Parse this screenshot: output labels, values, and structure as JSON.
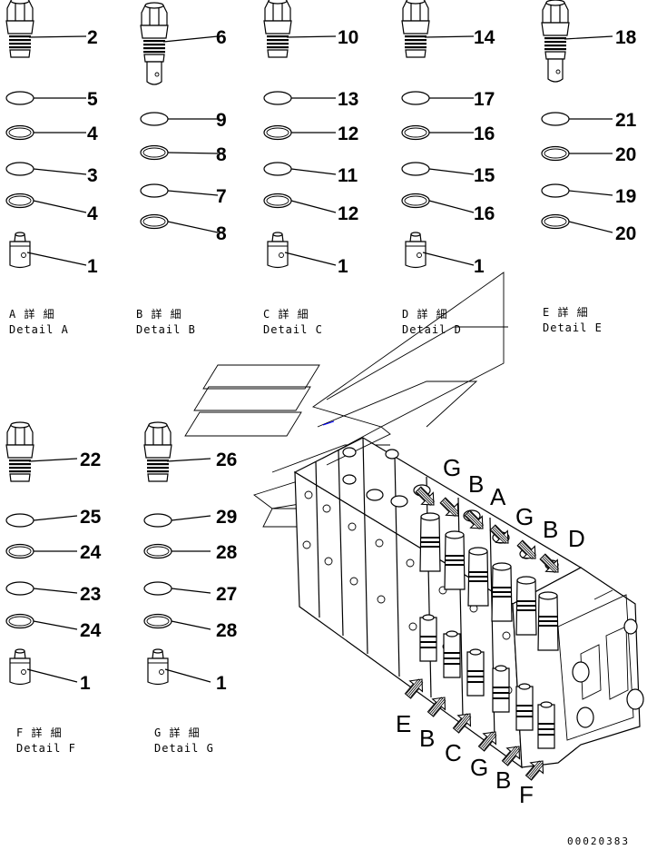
{
  "details": [
    {
      "col": 0,
      "caption_jp": "A 詳 細",
      "caption_en": "Detail A",
      "parts": [
        {
          "type": "cart",
          "num": "2"
        },
        {
          "type": "oring",
          "num": "5"
        },
        {
          "type": "backup",
          "num": "4"
        },
        {
          "type": "oring",
          "num": "3"
        },
        {
          "type": "backup",
          "num": "4"
        },
        {
          "type": "plug",
          "num": "1"
        }
      ]
    },
    {
      "col": 1,
      "caption_jp": "B 詳 細",
      "caption_en": "Detail B",
      "parts": [
        {
          "type": "cart_long",
          "num": "6"
        },
        {
          "type": "oring",
          "num": "9"
        },
        {
          "type": "backup",
          "num": "8"
        },
        {
          "type": "oring",
          "num": "7"
        },
        {
          "type": "backup",
          "num": "8"
        }
      ]
    },
    {
      "col": 2,
      "caption_jp": "C 詳 細",
      "caption_en": "Detail C",
      "parts": [
        {
          "type": "cart",
          "num": "10"
        },
        {
          "type": "oring",
          "num": "13"
        },
        {
          "type": "backup",
          "num": "12"
        },
        {
          "type": "oring",
          "num": "11"
        },
        {
          "type": "backup",
          "num": "12"
        },
        {
          "type": "plug",
          "num": "1"
        }
      ]
    },
    {
      "col": 3,
      "caption_jp": "D 詳 細",
      "caption_en": "Detail D",
      "parts": [
        {
          "type": "cart",
          "num": "14"
        },
        {
          "type": "oring",
          "num": "17"
        },
        {
          "type": "backup",
          "num": "16"
        },
        {
          "type": "oring",
          "num": "15"
        },
        {
          "type": "backup",
          "num": "16"
        },
        {
          "type": "plug",
          "num": "1"
        }
      ]
    },
    {
      "col": 4,
      "caption_jp": "E 詳 細",
      "caption_en": "Detail E",
      "parts": [
        {
          "type": "cart_long",
          "num": "18"
        },
        {
          "type": "oring",
          "num": "21"
        },
        {
          "type": "backup",
          "num": "20"
        },
        {
          "type": "oring",
          "num": "19"
        },
        {
          "type": "backup",
          "num": "20"
        }
      ]
    },
    {
      "col": 5,
      "caption_jp": "F 詳 細",
      "caption_en": "Detail F",
      "parts": [
        {
          "type": "cart",
          "num": "22"
        },
        {
          "type": "oring",
          "num": "25"
        },
        {
          "type": "backup",
          "num": "24"
        },
        {
          "type": "oring",
          "num": "23"
        },
        {
          "type": "backup",
          "num": "24"
        },
        {
          "type": "plug",
          "num": "1"
        }
      ]
    },
    {
      "col": 6,
      "caption_jp": "G 詳 細",
      "caption_en": "Detail G",
      "parts": [
        {
          "type": "cart",
          "num": "26"
        },
        {
          "type": "oring",
          "num": "29"
        },
        {
          "type": "backup",
          "num": "28"
        },
        {
          "type": "oring",
          "num": "27"
        },
        {
          "type": "backup",
          "num": "28"
        },
        {
          "type": "plug",
          "num": "1"
        }
      ]
    }
  ],
  "valve_letters_top": [
    "G",
    "B",
    "A",
    "G",
    "B",
    "D"
  ],
  "valve_letters_bottom": [
    "E",
    "B",
    "C",
    "G",
    "B",
    "F"
  ],
  "diagram_code": "00020383"
}
